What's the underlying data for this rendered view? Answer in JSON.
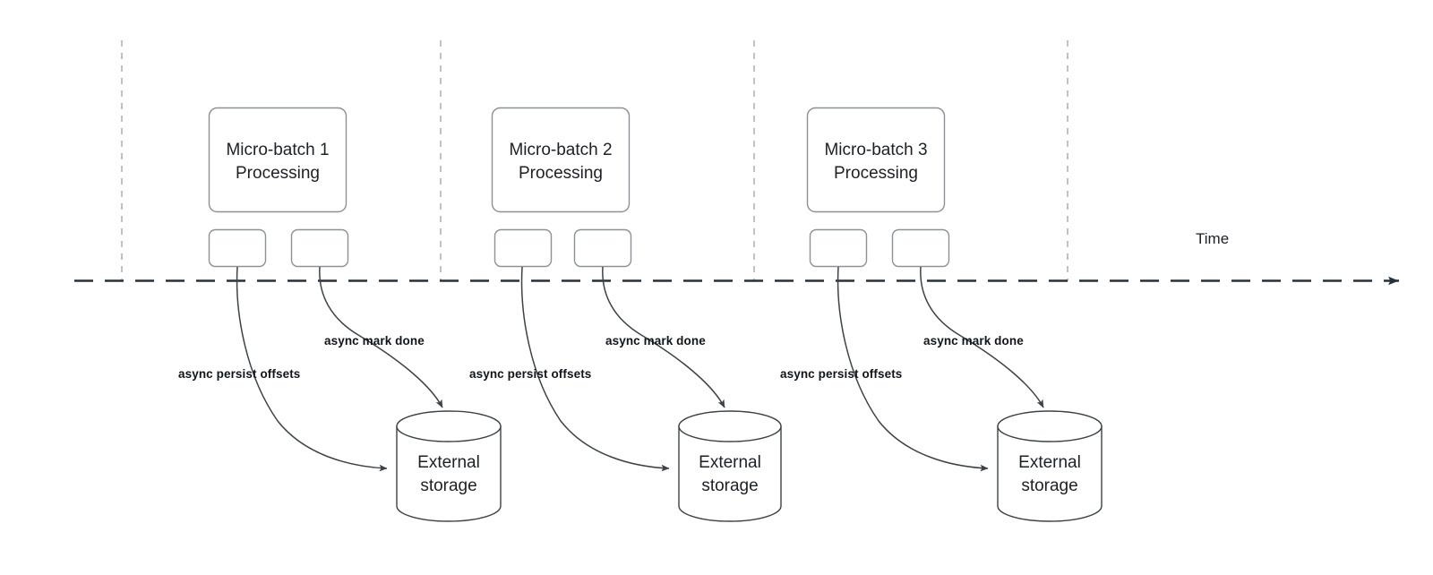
{
  "diagram": {
    "title_axis_label": "Time",
    "groups": [
      {
        "batch_label": "Micro-batch 1\nProcessing",
        "storage_label": "External\nstorage",
        "persist_label": "async persist offsets",
        "mark_done_label": "async mark done"
      },
      {
        "batch_label": "Micro-batch 2\nProcessing",
        "storage_label": "External\nstorage",
        "persist_label": "async persist offsets",
        "mark_done_label": "async mark done"
      },
      {
        "batch_label": "Micro-batch 3\nProcessing",
        "storage_label": "External\nstorage",
        "persist_label": "async persist offsets",
        "mark_done_label": "async mark done"
      }
    ],
    "colors": {
      "stroke": "#3b424a",
      "node_stroke": "#8a9199",
      "divider": "#b3b3b3",
      "text": "#1c2127",
      "background": "#ffffff"
    }
  }
}
